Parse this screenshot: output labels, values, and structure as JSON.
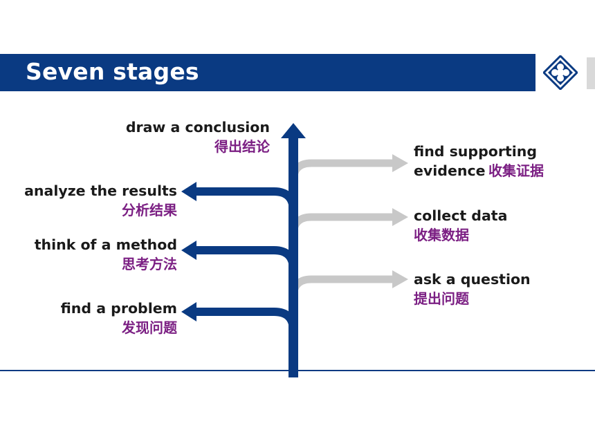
{
  "header": {
    "title": "Seven stages"
  },
  "colors": {
    "banner": "#0a3a82",
    "arrow_main": "#0a3a82",
    "arrow_side": "#c8c8c8",
    "chinese_text": "#7b1f83"
  },
  "left_stages": [
    {
      "en": "draw a conclusion",
      "zh": "得出结论"
    },
    {
      "en": "analyze the results",
      "zh": "分析结果"
    },
    {
      "en": "think of a method",
      "zh": "思考方法"
    },
    {
      "en": "find a problem",
      "zh": "发现问题"
    }
  ],
  "right_stages": [
    {
      "en": "find supporting",
      "en2": "evidence",
      "zh": "收集证据"
    },
    {
      "en": "collect data",
      "zh": "收集数据"
    },
    {
      "en": "ask a question",
      "zh": "提出问题"
    }
  ],
  "icons": {
    "logo": "diamond-cross-logo-icon"
  }
}
